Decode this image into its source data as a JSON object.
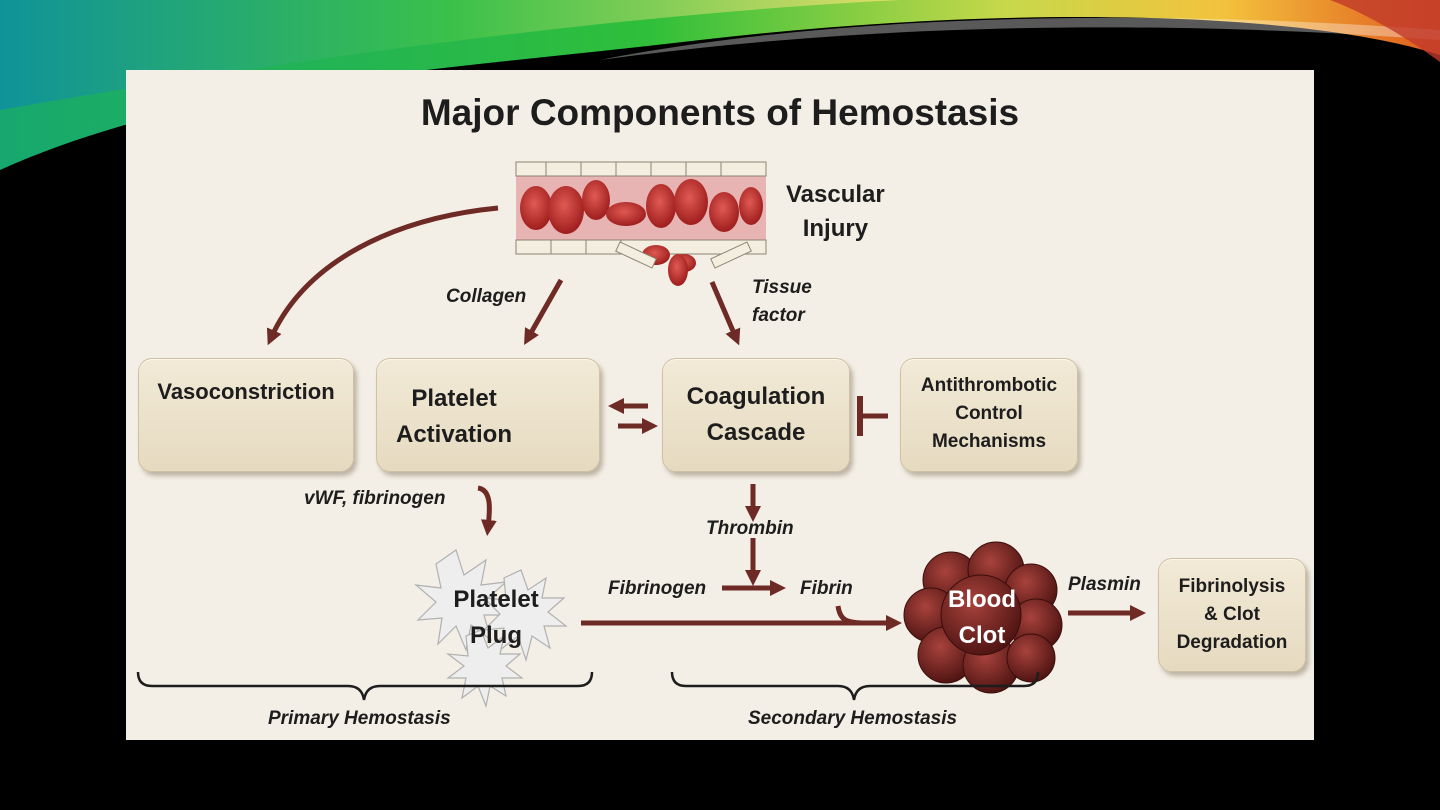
{
  "title": "Major Components of Hemostasis",
  "nodes": {
    "vascular_injury": [
      "Vascular",
      "Injury"
    ],
    "vasoconstriction": "Vasoconstriction",
    "platelet_activation": [
      "Platelet",
      "Activation"
    ],
    "coagulation_cascade": [
      "Coagulation",
      "Cascade"
    ],
    "antithrombotic": [
      "Antithrombotic",
      "Control",
      "Mechanisms"
    ],
    "platelet_plug": [
      "Platelet",
      "Plug"
    ],
    "blood_clot": [
      "Blood",
      "Clot"
    ],
    "fibrinolysis": [
      "Fibrinolysis",
      "& Clot",
      "Degradation"
    ]
  },
  "edge_labels": {
    "collagen": "Collagen",
    "tissue_factor": [
      "Tissue",
      "factor"
    ],
    "vwf": "vWF, fibrinogen",
    "thrombin": "Thrombin",
    "fibrinogen": "Fibrinogen",
    "fibrin": "Fibrin",
    "plasmin": "Plasmin"
  },
  "brackets": {
    "primary": "Primary Hemostasis",
    "secondary": "Secondary Hemostasis"
  },
  "colors": {
    "arrow": "#6e2a24",
    "panel": "#f4efe6",
    "box": "#e9dfc6"
  }
}
